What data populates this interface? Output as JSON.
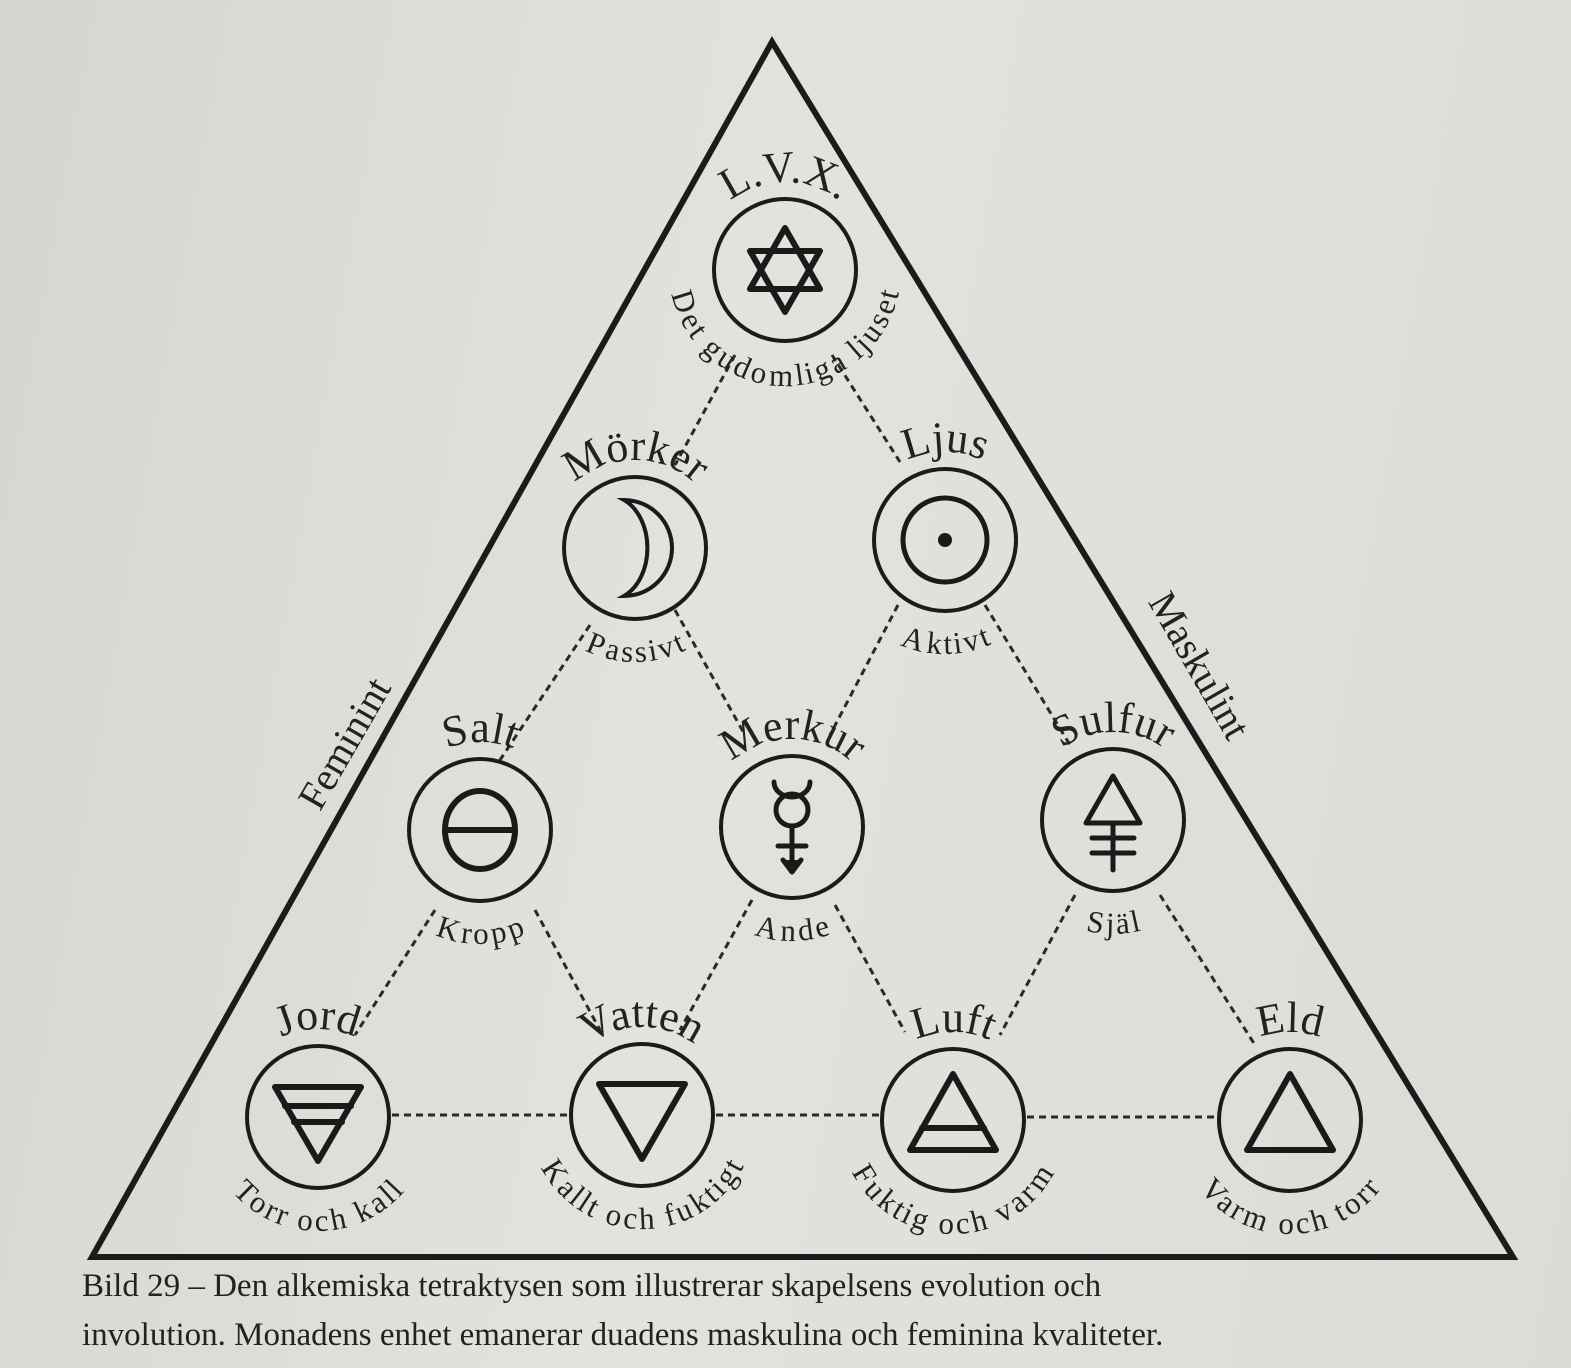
{
  "labels": {
    "feminine_side": "Feminint",
    "masculine_side": "Maskulint"
  },
  "nodes": [
    {
      "id": "lvx",
      "title": "L.V.X.",
      "subtitle": "Det gudomliga ljuset",
      "icon": "hexagram-icon"
    },
    {
      "id": "morker",
      "title": "Mörker",
      "subtitle": "Passivt",
      "icon": "moon-icon"
    },
    {
      "id": "ljus",
      "title": "Ljus",
      "subtitle": "Aktivt",
      "icon": "sun-icon"
    },
    {
      "id": "salt",
      "title": "Salt",
      "subtitle": "Kropp",
      "icon": "salt-icon"
    },
    {
      "id": "merkur",
      "title": "Merkur",
      "subtitle": "Ande",
      "icon": "mercury-icon"
    },
    {
      "id": "sulfur",
      "title": "Sulfur",
      "subtitle": "Själ",
      "icon": "sulfur-icon"
    },
    {
      "id": "jord",
      "title": "Jord",
      "subtitle": "Torr och kall",
      "icon": "earth-icon"
    },
    {
      "id": "vatten",
      "title": "Vatten",
      "subtitle": "Kallt och fuktigt",
      "icon": "water-icon"
    },
    {
      "id": "luft",
      "title": "Luft",
      "subtitle": "Fuktig och varm",
      "icon": "air-icon"
    },
    {
      "id": "eld",
      "title": "Eld",
      "subtitle": "Varm och torr",
      "icon": "fire-icon"
    }
  ],
  "caption": {
    "line1": "Bild 29 – Den alkemiska tetraktysen som illustrerar skapelsens evolution och",
    "line2": "involution. Monadens enhet emanerar duadens maskulina och feminina kvaliteter."
  }
}
